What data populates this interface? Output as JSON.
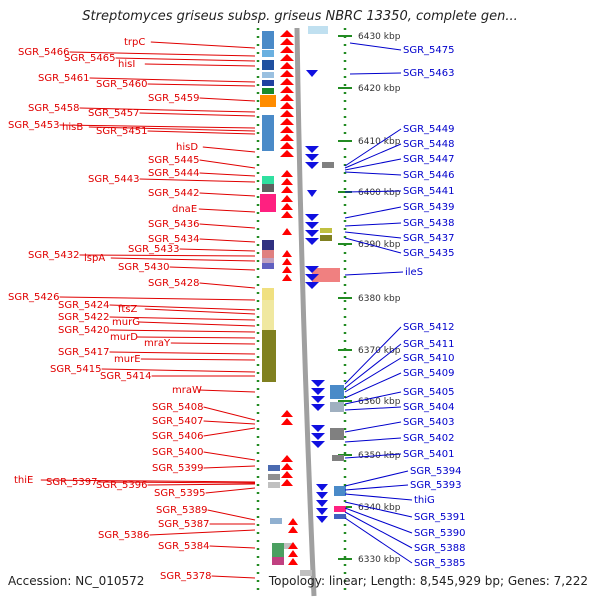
{
  "title": "Streptomyces griseus subsp. griseus NBRC 13350, complete gen...",
  "footer": {
    "accession": "Accession: NC_010572",
    "topology": "Topology: linear; Length: 8,545,929 bp; Genes: 7,222"
  },
  "colors": {
    "left_label": "#e00000",
    "right_label": "#0000cc",
    "forward_arrow": "#ff0000",
    "reverse_arrow": "#1010e0"
  },
  "kbp_marks": [
    "6430 kbp",
    "6420 kbp",
    "6410 kbp",
    "6400 kbp",
    "6390 kbp",
    "6380 kbp",
    "6370 kbp",
    "6360 kbp",
    "6350 kbp",
    "6340 kbp",
    "6330 kbp"
  ],
  "left_labels": [
    "trpC",
    "SGR_5466",
    "SGR_5465",
    "hisI",
    "SGR_5461",
    "SGR_5460",
    "SGR_5459",
    "SGR_5458",
    "SGR_5457",
    "SGR_5453",
    "hisB",
    "SGR_5451",
    "hisD",
    "SGR_5445",
    "SGR_5444",
    "SGR_5443",
    "SGR_5442",
    "dnaE",
    "SGR_5436",
    "SGR_5434",
    "SGR_5433",
    "SGR_5432",
    "lspA",
    "SGR_5430",
    "SGR_5428",
    "SGR_5426",
    "SGR_5424",
    "ftsZ",
    "SGR_5422",
    "murG",
    "SGR_5420",
    "murD",
    "mraY",
    "SGR_5417",
    "murE",
    "SGR_5415",
    "SGR_5414",
    "mraW",
    "SGR_5408",
    "SGR_5407",
    "SGR_5406",
    "SGR_5400",
    "SGR_5399",
    "thiE",
    "SGR_5397",
    "SGR_5396",
    "SGR_5395",
    "SGR_5389",
    "SGR_5387",
    "SGR_5386",
    "SGR_5384",
    "SGR_5378"
  ],
  "right_labels": [
    "SGR_5475",
    "SGR_5463",
    "SGR_5449",
    "SGR_5448",
    "SGR_5447",
    "SGR_5446",
    "SGR_5441",
    "SGR_5439",
    "SGR_5438",
    "SGR_5437",
    "SGR_5435",
    "ileS",
    "SGR_5412",
    "SGR_5411",
    "SGR_5410",
    "SGR_5409",
    "SGR_5405",
    "SGR_5404",
    "SGR_5403",
    "SGR_5402",
    "SGR_5401",
    "SGR_5394",
    "SGR_5393",
    "thiG",
    "SGR_5391",
    "SGR_5390",
    "SGR_5388",
    "SGR_5385"
  ]
}
